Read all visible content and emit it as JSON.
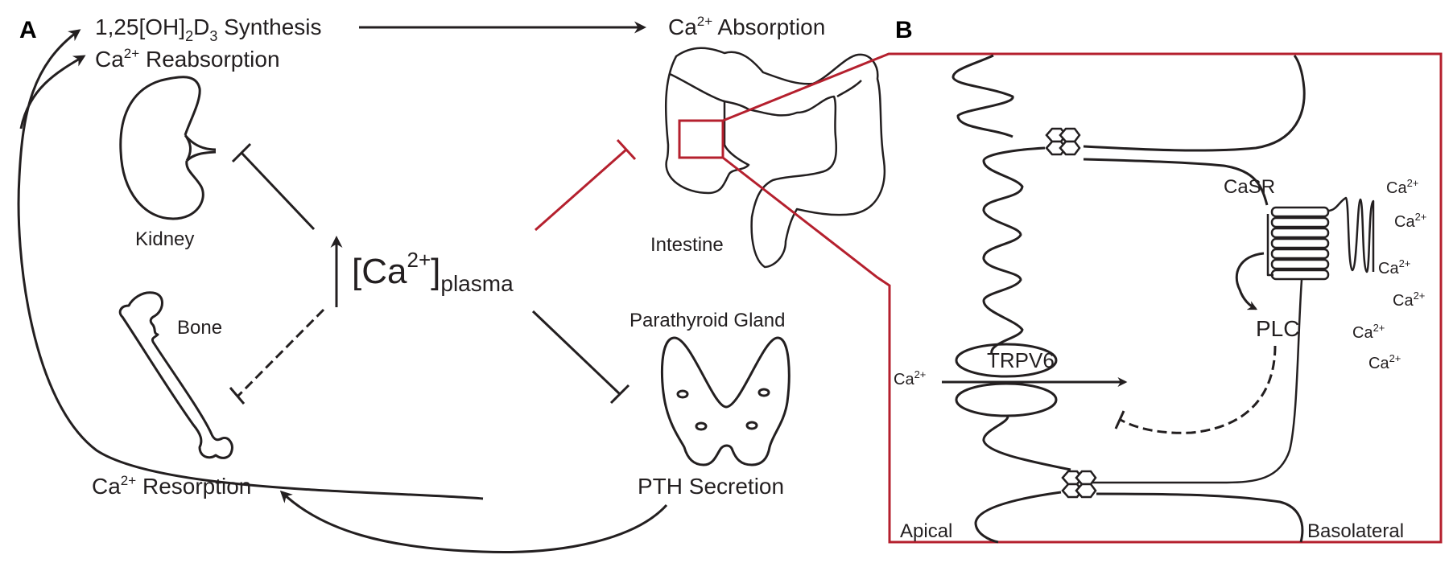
{
  "panel_a": {
    "label": "A",
    "vitd_synthesis": {
      "prefix": "1,25[OH]",
      "sub1": "2",
      "mid": "D",
      "sub2": "3",
      "suffix": " Synthesis"
    },
    "reabsorption": {
      "base": "Ca",
      "sup": "2+",
      "rest": " Reabsorption"
    },
    "absorption": {
      "base": "Ca",
      "sup": "2+",
      "rest": " Absorption"
    },
    "kidney_label": "Kidney",
    "bone_label": "Bone",
    "intestine_label": "Intestine",
    "parathyroid_label": "Parathyroid Gland",
    "resorption": {
      "base": "Ca",
      "sup": "2+",
      "rest": " Resorption"
    },
    "pth_secretion": "PTH Secretion",
    "plasma": {
      "open": "[Ca",
      "sup": "2+",
      "close": "]",
      "sub": "plasma"
    },
    "colors": {
      "ink": "#231f20",
      "highlight": "#b5202e"
    }
  },
  "panel_b": {
    "label": "B",
    "casr_label": "CaSR",
    "plc_label": "PLC",
    "trpv6_label": "TRPV6",
    "ca_in": {
      "base": "Ca",
      "sup": "2+"
    },
    "apical_label": "Apical",
    "basolateral_label": "Basolateral",
    "extracellular_ions": [
      {
        "base": "Ca",
        "sup": "2+"
      },
      {
        "base": "Ca",
        "sup": "2+"
      },
      {
        "base": "Ca",
        "sup": "2+"
      },
      {
        "base": "Ca",
        "sup": "2+"
      },
      {
        "base": "Ca",
        "sup": "2+"
      },
      {
        "base": "Ca",
        "sup": "2+"
      }
    ]
  }
}
